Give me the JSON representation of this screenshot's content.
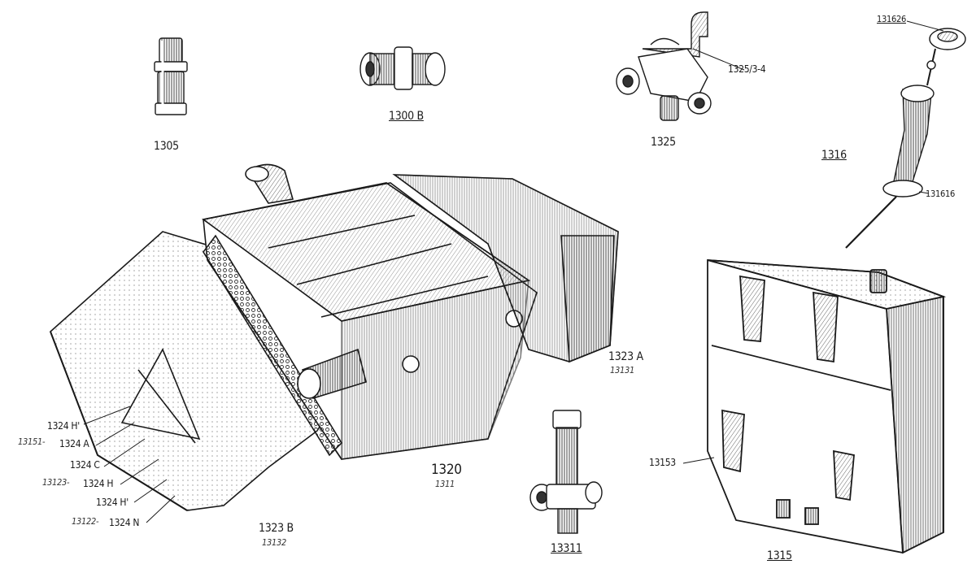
{
  "labels": {
    "p1305": "1305",
    "p1300b": "1300 B",
    "p1325": "1325",
    "p1325_34": "1325/3-4",
    "p131626": "131626",
    "p1316": "1316",
    "p131616": "131616",
    "p1323a": "1323 A",
    "p1323a_sub": "13131",
    "p1320": "1320",
    "p1320_sub": "1311",
    "p1323b": "1323 B",
    "p1323b_sub": "13132",
    "p13311": "13311",
    "p13153": "13153",
    "p1315": "1315",
    "p1324h1": "1324 H'",
    "p13151": "13151-",
    "p1324a": "1324 A",
    "p1324c": "1324 C",
    "p13123": "13123-",
    "p1324h": "1324 H",
    "p1324h2": "1324 H'",
    "p13122": "13122-",
    "p1324n": "1324 N"
  },
  "colors": {
    "ink": "#1a1a1a",
    "paper": "#ffffff",
    "shade": "#6a6a6a"
  }
}
